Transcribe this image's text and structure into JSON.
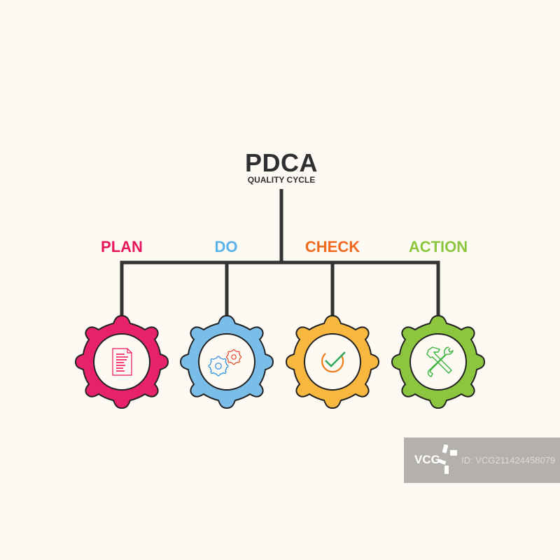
{
  "title": "PDCA",
  "subtitle": "QUALITY CYCLE",
  "stages": [
    {
      "label": "PLAN",
      "color": "#e8175d",
      "gear_color": "#e8226a",
      "icon": "document-icon"
    },
    {
      "label": "DO",
      "color": "#58b3e8",
      "gear_color": "#7bbde9",
      "icon": "gears-icon"
    },
    {
      "label": "CHECK",
      "color": "#ef6a1f",
      "gear_color": "#f8b840",
      "icon": "check-circle-icon"
    },
    {
      "label": "ACTION",
      "color": "#8cc63f",
      "gear_color": "#8cc63f",
      "icon": "tools-icon"
    }
  ],
  "line_color": "#333333",
  "watermark": {
    "logo": "VCG",
    "id": "ID: VCG211424458079"
  }
}
